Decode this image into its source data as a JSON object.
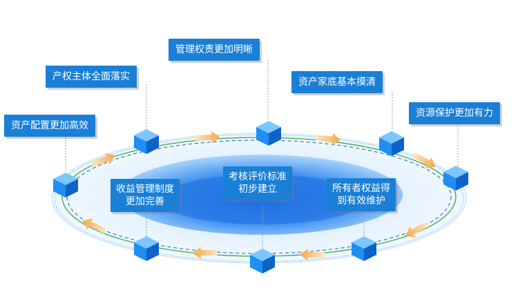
{
  "outer_labels": [
    {
      "id": "resource-allocation",
      "text": "资产配置更加高效"
    },
    {
      "id": "property-rights",
      "text": "产权主体全面落实"
    },
    {
      "id": "management-rights",
      "text": "管理权责更加明晰"
    },
    {
      "id": "asset-inventory",
      "text": "资产家底基本摸清"
    },
    {
      "id": "resource-protection",
      "text": "资源保护更加有力"
    }
  ],
  "inner_labels": [
    {
      "id": "income-management",
      "lines": [
        "收益管理制度",
        "更加完善"
      ]
    },
    {
      "id": "assessment-standards",
      "lines": [
        "考核评价标准",
        "初步建立"
      ]
    },
    {
      "id": "owner-rights",
      "lines": [
        "所有者权益得",
        "到有效维护"
      ]
    }
  ],
  "colors": {
    "label_bg": "#1a7fd6",
    "cube_front": "#1f8ef1",
    "cube_top": "#7cc6ff",
    "cube_side": "#0d63c7",
    "ring_dash": "#2a78d8",
    "ring_green": "#36a83c",
    "arrow": "#f6b25a",
    "ellipse_inner": "#2f86ee",
    "ellipse_outer": "#d8ecfb"
  }
}
